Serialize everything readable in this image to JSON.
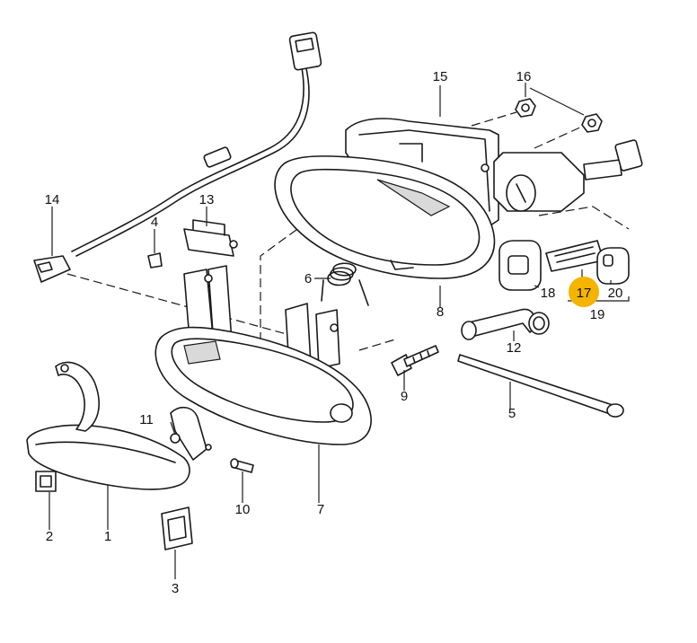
{
  "diagram": {
    "highlight_color": "#f4b400",
    "line_color": "#1a1a1a",
    "callouts": {
      "c1": "1",
      "c2": "2",
      "c3": "3",
      "c4": "4",
      "c5": "5",
      "c6": "6",
      "c7": "7",
      "c8": "8",
      "c9": "9",
      "c10": "10",
      "c11": "11",
      "c12": "12",
      "c13": "13",
      "c14": "14",
      "c15": "15",
      "c16": "16",
      "c17": "17",
      "c18": "18",
      "c19": "19",
      "c20": "20"
    },
    "highlighted_callout": "17"
  }
}
